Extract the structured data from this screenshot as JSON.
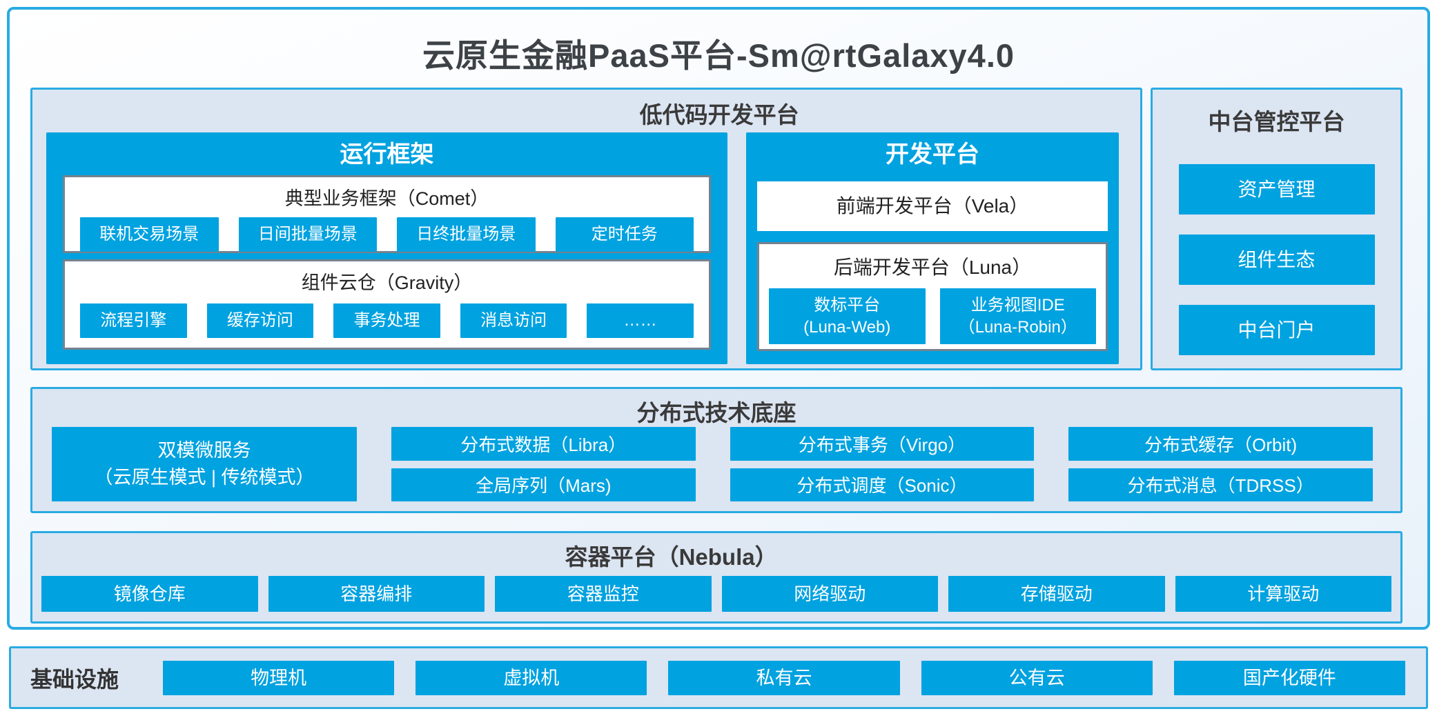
{
  "title": "云原生金融PaaS平台-Sm@rtGalaxy4.0",
  "colors": {
    "accent_fill": "#00A2E0",
    "frame_border": "#29ABE2",
    "panel_bg": "#DCE5F2",
    "inner_box_border": "#76828E",
    "dark_text": "#3A3A3A"
  },
  "low_code": {
    "title": "低代码开发平台",
    "runtime": {
      "title": "运行框架",
      "comet": {
        "title": "典型业务框架（Comet）",
        "items": [
          "联机交易场景",
          "日间批量场景",
          "日终批量场景",
          "定时任务"
        ]
      },
      "gravity": {
        "title": "组件云仓（Gravity）",
        "items": [
          "流程引擎",
          "缓存访问",
          "事务处理",
          "消息访问",
          "……"
        ]
      }
    },
    "dev": {
      "title": "开发平台",
      "vela": "前端开发平台（Vela）",
      "luna": {
        "title": "后端开发平台（Luna）",
        "items": [
          {
            "line1": "数标平台",
            "line2": "(Luna-Web)"
          },
          {
            "line1": "业务视图IDE",
            "line2": "（Luna-Robin）"
          }
        ]
      }
    }
  },
  "mid_platform": {
    "title": "中台管控平台",
    "items": [
      "资产管理",
      "组件生态",
      "中台门户"
    ]
  },
  "distributed": {
    "title": "分布式技术底座",
    "featured": {
      "line1": "双模微服务",
      "line2": "（云原生模式 | 传统模式）"
    },
    "columns": [
      [
        "分布式数据（Libra）",
        "全局序列（Mars)"
      ],
      [
        "分布式事务（Virgo）",
        "分布式调度（Sonic）"
      ],
      [
        "分布式缓存（Orbit)",
        "分布式消息（TDRSS）"
      ]
    ]
  },
  "container_platform": {
    "title": "容器平台（Nebula）",
    "items": [
      "镜像仓库",
      "容器编排",
      "容器监控",
      "网络驱动",
      "存储驱动",
      "计算驱动"
    ]
  },
  "infrastructure": {
    "title": "基础设施",
    "items": [
      "物理机",
      "虚拟机",
      "私有云",
      "公有云",
      "国产化硬件"
    ]
  }
}
